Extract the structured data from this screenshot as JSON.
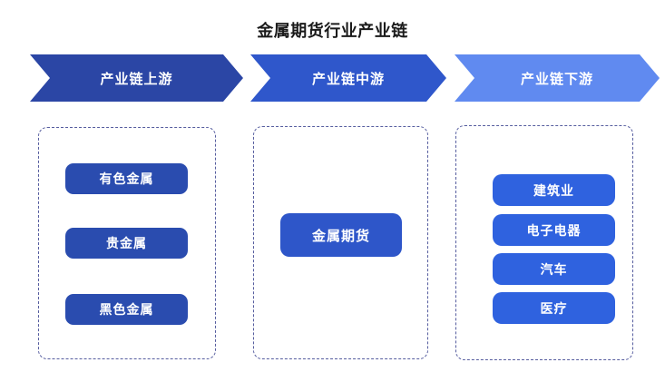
{
  "title": "金属期货行业产业链",
  "stages": [
    {
      "label": "产业链上游",
      "items": [
        "有色金属",
        "贵金属",
        "黑色金属"
      ],
      "arrow_color": "#2b46a5",
      "node_color": "#2a4caf"
    },
    {
      "label": "产业链中游",
      "items": [
        "金属期货"
      ],
      "arrow_color": "#2f57cb",
      "node_color": "#2e56c9"
    },
    {
      "label": "产业链下游",
      "items": [
        "建筑业",
        "电子电器",
        "汽车",
        "医疗"
      ],
      "arrow_color": "#608af0",
      "node_color": "#2f62df"
    }
  ],
  "panel_border_color": "#565d9f",
  "background_color": "#ffffff",
  "title_color": "#1a1a1a"
}
